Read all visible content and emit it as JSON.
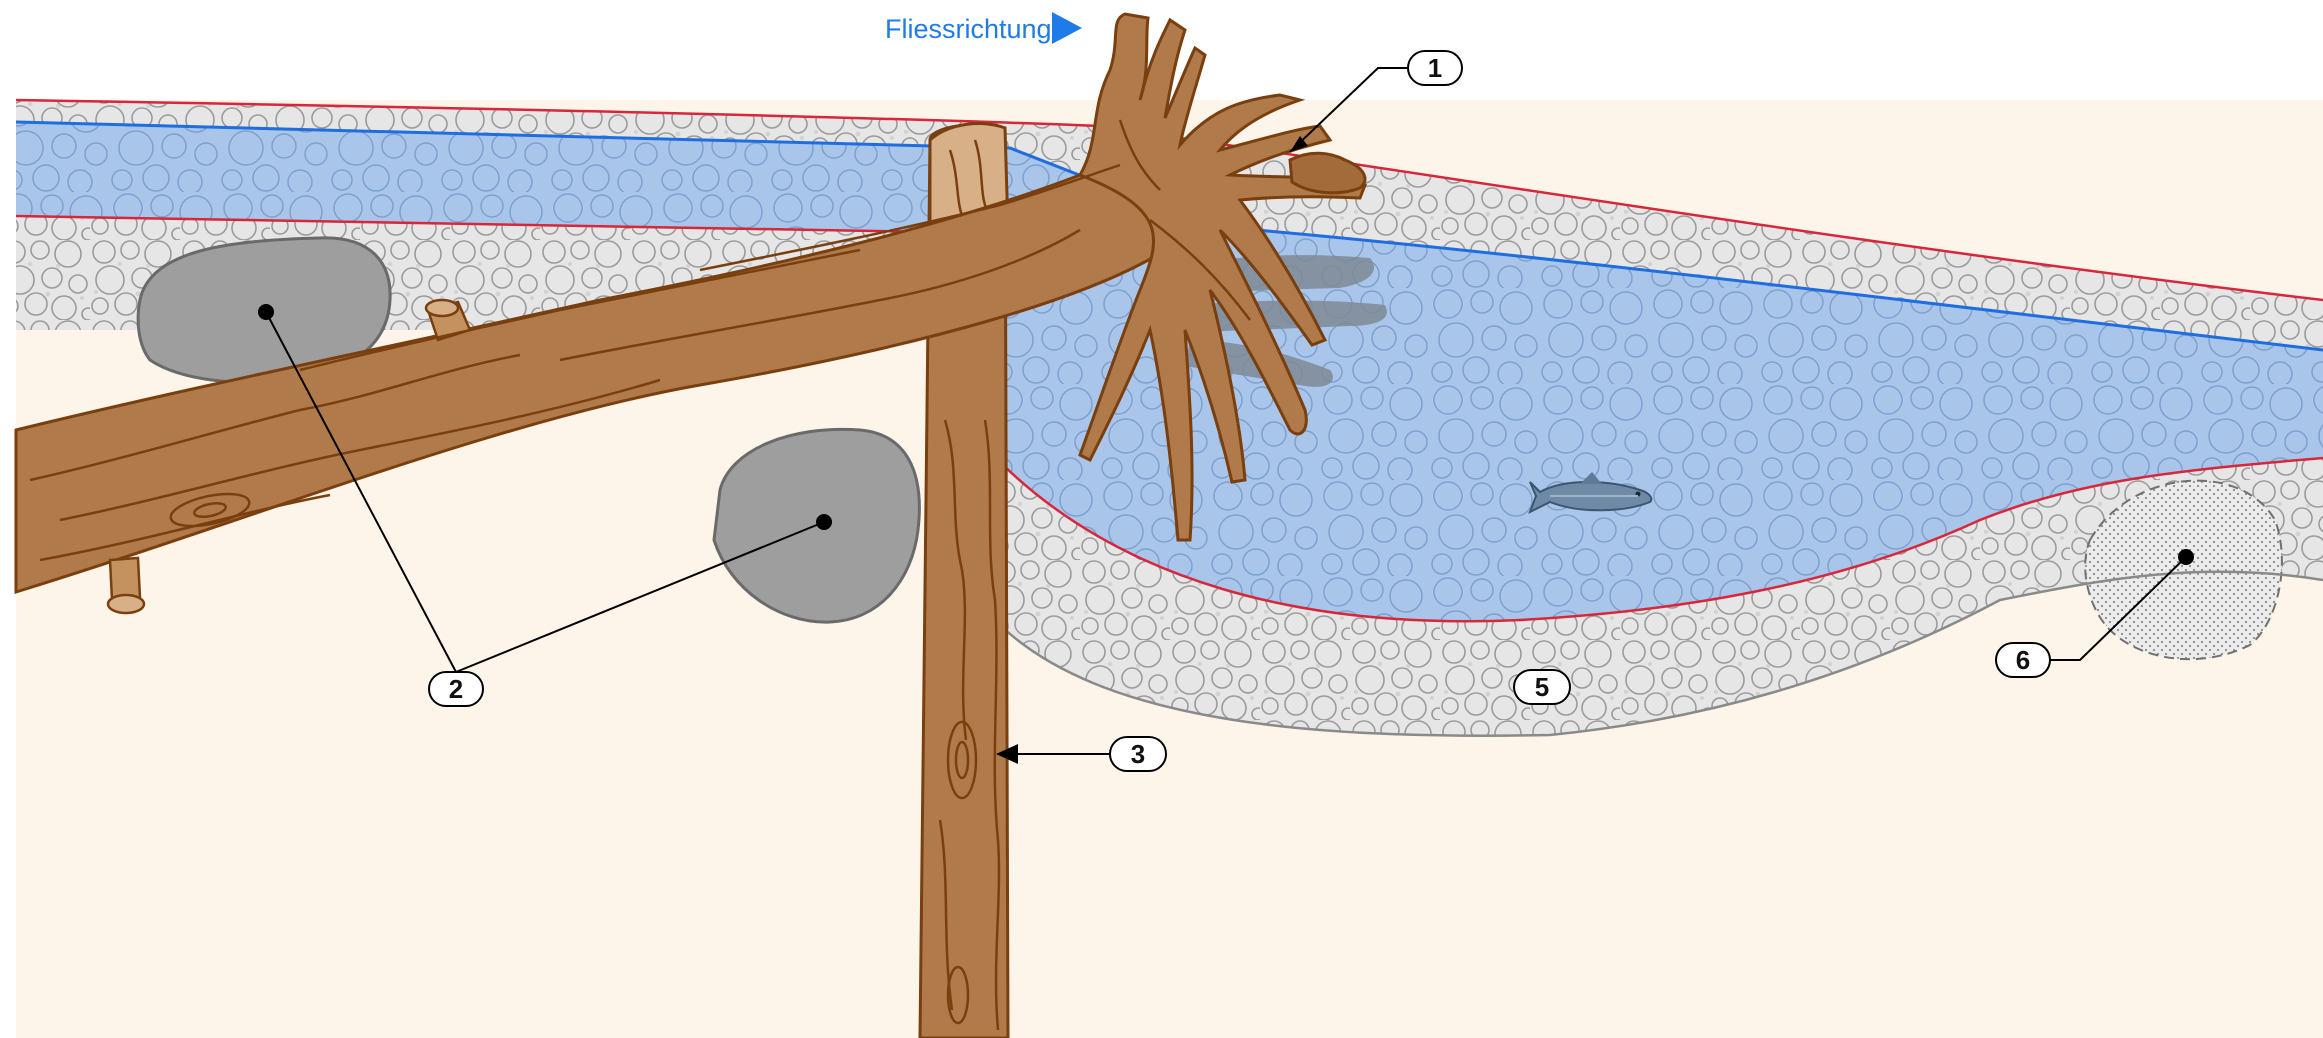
{
  "flow_label": "Fliessrichtung",
  "callouts": [
    {
      "id": "callout-1",
      "text": "1"
    },
    {
      "id": "callout-2",
      "text": "2"
    },
    {
      "id": "callout-3",
      "text": "3"
    },
    {
      "id": "callout-5",
      "text": "5"
    },
    {
      "id": "callout-6",
      "text": "6"
    }
  ],
  "colors": {
    "flow_accent": "#1f7be8",
    "water": "#a9c6ea",
    "gravel": "#e7e7e7",
    "sediment_bed": "#fdf4ea",
    "boundary_red": "#d8263a",
    "water_line_blue": "#1f6ee0",
    "wood_fill": "#b07a4b",
    "wood_stroke": "#7a3f0e",
    "boulder": "#9e9e9e"
  },
  "icons": [
    "flow-arrow-icon",
    "fish-icon"
  ]
}
